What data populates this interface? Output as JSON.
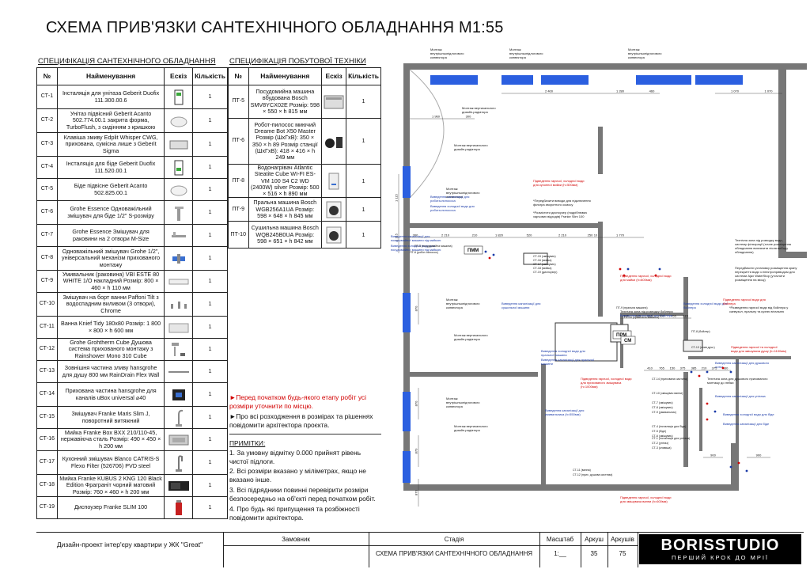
{
  "title": "СХЕМА ПРИВ'ЯЗКИ САНТЕХНІЧНОГО ОБЛАДНАННЯ М1:55",
  "spec_sanitary": {
    "heading": "СПЕЦИФІКАЦІЯ САНТЕХНІЧНОГО ОБЛАДНАННЯ",
    "columns": [
      "№",
      "Найменування",
      "Ескіз",
      "Кількість"
    ],
    "rows": [
      {
        "no": "СТ-1",
        "name": "Інсталяція для унітаза Geberit Duofix 111.300.00.6",
        "qty": "1"
      },
      {
        "no": "СТ-2",
        "name": "Унітаз підвісний Geberit Acanto 502.774.00.1 закрита форма, TurboFlush, з сидінням з кришкою",
        "qty": "1"
      },
      {
        "no": "СТ-3",
        "name": "Клавіша змиву Edplit Whisper CWG, прихована, сумісна лише з Geberit Sigma",
        "qty": "1"
      },
      {
        "no": "СТ-4",
        "name": "Інсталяція для біде Geberit Duofix 111.520.00.1",
        "qty": "1"
      },
      {
        "no": "СТ-5",
        "name": "Біде підвісне Geberit Acanto 502.825.00.1",
        "qty": "1"
      },
      {
        "no": "СТ-6",
        "name": "Grohe Essence Одноважільний змішувач для біде 1/2\" S-розміру",
        "qty": "1"
      },
      {
        "no": "СТ-7",
        "name": "Grohe Essence Змішувач для раковини на 2 отвори M-Size",
        "qty": "1"
      },
      {
        "no": "СТ-8",
        "name": "Одноважільний змішувач Grohe 1/2\", універсальний механізм прихованого монтажу",
        "qty": "1"
      },
      {
        "no": "СТ-9",
        "name": "Умивальник (раковина) VBI ESTE 80 WHITE 1/O накладний Розмір: 800 × 460 × h 110 мм",
        "qty": "1"
      },
      {
        "no": "СТ-10",
        "name": "Змішувач на борт ванни Paffoni Tilt з водоспадним виливом (3 отвори), Chrome",
        "qty": "1"
      },
      {
        "no": "СТ-11",
        "name": "Ванна Knief Tidy 180x80 Розмір: 1 800 × 800 × h 600 мм",
        "qty": "1"
      },
      {
        "no": "СТ-12",
        "name": "Grohe Grohtherm Cube Душова система прихованого монтажу з Rainshower Mono 310 Cube",
        "qty": "1"
      },
      {
        "no": "СТ-13",
        "name": "Зовнішня частина зливу hansgrohe для душу 800 мм RainDrain Flex Wall",
        "qty": "1"
      },
      {
        "no": "СТ-14",
        "name": "Прихована частина hansgrohe для каналів uBox universal ⌀40",
        "qty": "1"
      },
      {
        "no": "СТ-15",
        "name": "Змішувач Franke Maris Slim J, поворотний витяжний",
        "qty": "1"
      },
      {
        "no": "СТ-16",
        "name": "Мийка Franke Box BXX 210/110-45, нержавіюча сталь Розмір: 490 × 450 × h 200 мм",
        "qty": "1"
      },
      {
        "no": "СТ-17",
        "name": "Кухонний змішувач Blanco CATRIS-S Flexo Filter (526706) PVD steel",
        "qty": "1"
      },
      {
        "no": "СТ-18",
        "name": "Мийка Franke KUBUS 2 KNG 120 Black Edition Фраграніт чорний матовий Розмір: 760 × 460 × h 200 мм",
        "qty": "1"
      },
      {
        "no": "СТ-19",
        "name": "Диспоузер Franke SLIM 100",
        "qty": "1"
      }
    ]
  },
  "spec_appliances": {
    "heading": "СПЕЦИФІКАЦІЯ ПОБУТОВОЇ ТЕХНІКИ",
    "columns": [
      "№",
      "Найменування",
      "Ескіз",
      "Кількість"
    ],
    "rows": [
      {
        "no": "ПТ-5",
        "name": "Посудомийна машина вбудована Bosch SMV8YCX02E Розмір: 598 × 550 × h 815 мм",
        "qty": "1"
      },
      {
        "no": "ПТ-6",
        "name": "Робот-пилосос миючий Dreame Bot X50 Master Розмір (ШхГхВ): 350 × 350 × h 89 Розмір станції (ШхГхВ): 418 × 416 × h 249 мм",
        "qty": "1"
      },
      {
        "no": "ПТ-8",
        "name": "Водонагрівач Atlantic Steatite Cube WI-FI ES-VM 100 S4 C2 WD (2400W) silver Розмір: 500 × 516 × h 890 мм",
        "qty": "1"
      },
      {
        "no": "ПТ-9",
        "name": "Пральна машина Bosch WGB256A1UA Розмір: 598 × 648 × h 845 мм",
        "qty": "1"
      },
      {
        "no": "ПТ-10",
        "name": "Сушильна машина Bosch WQB245B0UA Розмір: 598 × 651 × h 842 мм",
        "qty": "1"
      }
    ]
  },
  "notes": {
    "warning_1": "►Перед початком будь-якого етапу робіт усі розміри уточнити по місцю.",
    "warning_2": "►Про всі розходження в розмірах та рішеннях повідомити архітектора проєкта.",
    "heading": "ПРИМІТКИ:",
    "items": [
      "1. За умовну відмітку 0.000 прийнят рівень чистої підлоги.",
      "2. Всі розміри вказано у міліметрах, якщо не вказано інше.",
      "3. Всі підрядники повинні перевірити розміри безпосередньо на об'єкті перед початком робіт.",
      "4. Про будь які припущення та розбіжності повідомити архітектора."
    ]
  },
  "title_block": {
    "project": "Дизайн-проект інтер'єру квартири у ЖК \"Great\"",
    "customer_label": "Замовник",
    "stage_label": "Стадія",
    "stage_value": "СХЕМА ПРИВ'ЯЗКИ САНТЕХНІЧНОГО ОБЛАДНАННЯ",
    "scale_label": "Масштаб",
    "scale_value": "1:__",
    "sheet_label": "Аркуш",
    "sheet_value": "35",
    "sheets_label": "Аркушів",
    "sheets_value": "75",
    "logo": "BORISSTUDIO",
    "slogan": "ПЕРШИЙ КРОК ДО МРІЇ"
  },
  "plan": {
    "convector_label": "Монтаж внутрішньопідлогового конвектора",
    "convector_installation_label": "Монтаж вертикального дизайн-радіатора",
    "dims_top": [
      "2 400",
      "1 280",
      "460",
      "1 070",
      "1 070"
    ],
    "dims_row2": [
      "1 960",
      "300"
    ],
    "dims_row3": [
      "300",
      "2 210",
      "210",
      "1 820",
      "520",
      "2 210",
      "250",
      "10",
      "1 770"
    ],
    "dims_left": [
      "1 115",
      "1 115",
      "870",
      "870",
      "870",
      "870"
    ],
    "dims_bath": [
      "325",
      "325",
      "215",
      "100",
      "755",
      "215",
      "900",
      "900"
    ],
    "dims_wc": [
      "410",
      "765",
      "150",
      "375",
      "385",
      "210",
      "375",
      "460"
    ],
    "labels_blue": [
      "Виведення каналізації для робота-пилососа",
      "Виведення холодної води для робота-пилососа",
      "Виведення каналізації для посудомийної машини під мийкою",
      "Виведення холодної води для посудомийної машини під мийкою",
      "Виведення каналізації для сушильної машини",
      "Виведення холодної води для пральної машини",
      "Виведення каналізації для пральної машини",
      "Виведення каналізації для умивальника (h=550мм)",
      "Виведення каналізації для бойлера",
      "Виведення холодної води для бойлера",
      "Виведення каналізації для душового лотка",
      "Виведення каналізації для унітаза",
      "Виведення холодної води для біде",
      "Виведення каналізації для біде"
    ],
    "labels_red": [
      "Підведення гарячої, холодної води для кухонної мийки (h=500мм)",
      "Підведення гарячої, холодної води для мийки (h=800мм)",
      "Підведення гарячої, холодної води для прихованого змішувача (h=1000мм)",
      "Підведення гарячої води для бойлера",
      "Підведення гарячої та холодної води для змішувача душу (h=1100мм)",
      "Підведення гарячої, холодної води для змішувача ванни (h=600мм)"
    ],
    "labels_black": [
      "*Передбачити виводи для підключення фільтра зворотного осмосу",
      "*Розмістити диспоузер (подрібнювач харчових відходів) Franke Slim 100",
      "Технічна зона під розводку води, систему фільтрації (точне розміщення обладнання визначити після вибору обладнання)",
      "Передбачити установку розміщення крану перекриття води з електроприводом для системи Ajax WaterStop (уточнити розміщення на місці)",
      "*Розведення гарячої води від бойлера у санвузол, пральну та кухню вітальню",
      "Технічна зона під розводку бойлера",
      "Технічна зона для душового прихованого монтажу до лейки"
    ],
    "tags": [
      "ПММ",
      "ПРМ",
      "СМ",
      "ПТ-5 (посудомийна машина)",
      "ПТ-6 (робот-пилосос)",
      "ПТ-8 (бойлер)",
      "ПТ-9 (пральна машина)",
      "ПТ-10 (сушильна машина)",
      "СТ-15 (змішувач)",
      "СТ-16 (мийка)",
      "СТ-17 (змішувач)",
      "СТ-18 (мийка)",
      "СТ-19 (диспоузер)",
      "СТ-1 (інсталяція для унітаза)",
      "СТ-2 (унітаз)",
      "СТ-3 (клавіша)",
      "СТ-4 (інсталяція для біде)",
      "СТ-5 (біде)",
      "СТ-6 (змішувач)",
      "СТ-7 (змішувач)",
      "СТ-8 (змішувач)",
      "СТ-9 (умивальник)",
      "СТ-10 (змішувач ванни)",
      "СТ-11 (ванна)",
      "СТ-12 (прих. душова система)",
      "СТ-13 (злив душ.)",
      "СТ-14 (прихована частина)"
    ]
  },
  "colors": {
    "red": "#d20000",
    "blue": "#1a3aa8",
    "convector": "#2b5fe0"
  }
}
